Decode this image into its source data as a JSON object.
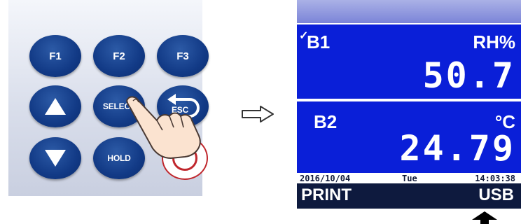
{
  "keypad": {
    "keys": {
      "f1": "F1",
      "f2": "F2",
      "f3": "F3",
      "select": "SELECT",
      "esc": "ESC",
      "hold": "HOLD"
    }
  },
  "display": {
    "channels": [
      {
        "name": "B1",
        "unit": "RH%",
        "value": "50.7",
        "selected": true
      },
      {
        "name": "B2",
        "unit": "°C",
        "value": "24.79",
        "selected": false
      }
    ],
    "status": {
      "date": "2016/10/04",
      "day": "Tue",
      "time": "14:03:38"
    },
    "function_keys": {
      "left": "PRINT",
      "right": "USB"
    }
  },
  "icons": {
    "up": "triangle-up-icon",
    "down": "triangle-down-icon",
    "back": "return-arrow-icon",
    "power": "power-icon",
    "hand": "pointing-hand-icon",
    "next": "outline-right-arrow-icon",
    "indicator": "up-arrow-icon",
    "check": "check-mark-icon"
  },
  "colors": {
    "key_blue": "#123a86",
    "screen_blue": "#0a1fd8",
    "bar_dark": "#0e1a3e",
    "power_red": "#c0272d"
  }
}
